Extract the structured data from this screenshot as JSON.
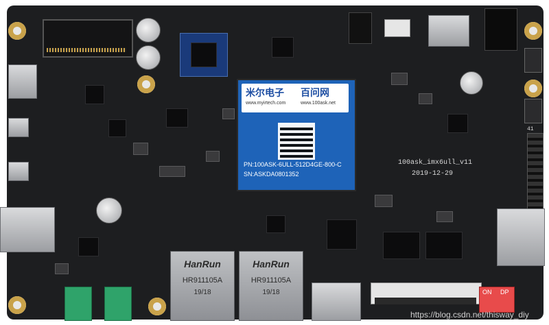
{
  "soc": {
    "brand_cn": "米尔电子",
    "brand_cn2": "百问网",
    "site1": "www.myirtech.com",
    "site2": "www.100ask.net",
    "pn": "PN:100ASK-6ULL-512D4GE-800-C",
    "sn": "SN:ASKDA0801352"
  },
  "silkscreen": {
    "board_name": "100ask_imx6ull_v11",
    "board_date": "2019-12-29",
    "header_num": "41"
  },
  "ethernet": [
    {
      "brand": "HanRun",
      "model": "HR911105A",
      "date": "19/18"
    },
    {
      "brand": "HanRun",
      "model": "HR911105A",
      "date": "19/18"
    }
  ],
  "dip_switch": {
    "left": "ON",
    "right": "DP"
  },
  "watermark": "https://blog.csdn.net/thisway_diy"
}
